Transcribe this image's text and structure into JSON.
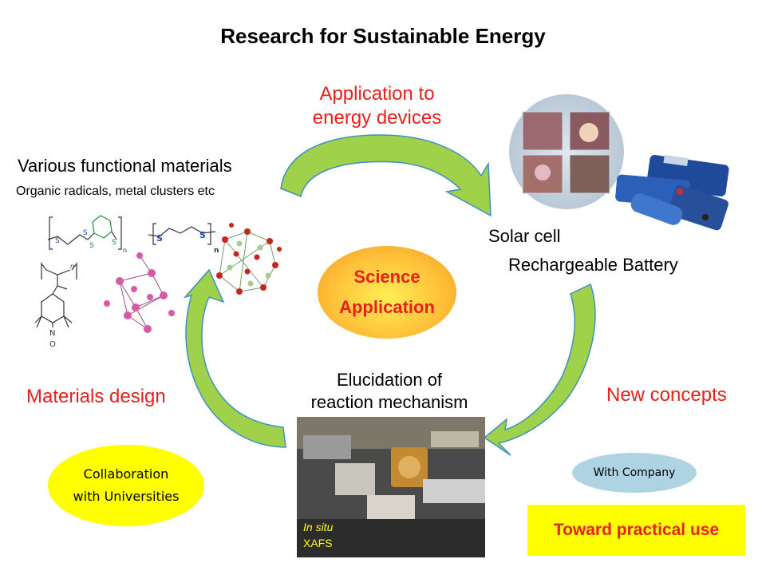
{
  "title": "Research for Sustainable Energy",
  "labels": {
    "application_line1": "Application to",
    "application_line2": "energy devices",
    "materials_heading": "Various functional materials",
    "materials_sub": "Organic radicals, metal clusters etc",
    "solar_cell": "Solar cell",
    "battery": "Rechargeable Battery",
    "materials_design": "Materials design",
    "new_concepts": "New concepts",
    "elucidation_line1": "Elucidation of",
    "elucidation_line2": "reaction mechanism",
    "insitu_line1": "In situ",
    "insitu_line2": "XAFS"
  },
  "center": {
    "line1": "Science",
    "line2": "Application"
  },
  "collaboration": {
    "line1": "Collaboration",
    "line2": "with Universities"
  },
  "company": "With Company",
  "practical": "Toward practical use",
  "polymer_subscript": "n",
  "atom_labels": {
    "sulfur": "S",
    "nitrogen": "N",
    "oxygen": "O"
  },
  "colors": {
    "arrow_fill": "#9fd24a",
    "arrow_stroke": "#3e8fc4",
    "red_text": "#e8201c",
    "yellow": "#ffff00",
    "company_bubble": "#aed4e4"
  }
}
